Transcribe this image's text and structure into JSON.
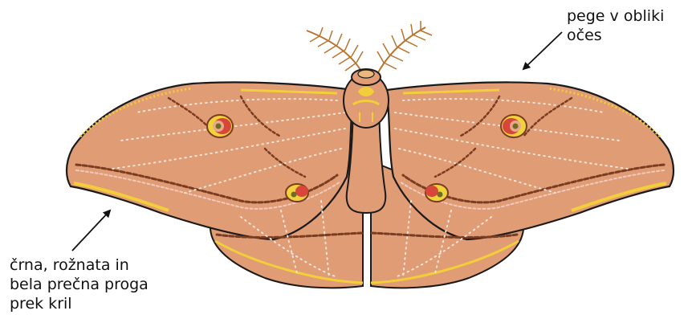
{
  "annotations": {
    "eyespots": [
      "pege v obliki",
      "očes"
    ],
    "stripe": [
      "črna, rožnata in",
      "bela prečna proga",
      "prek kril"
    ]
  },
  "colors": {
    "wing": "#e09c74",
    "wing_outline": "#1a1a1a",
    "yellow_edge": "#f2cf3a",
    "brown_marks": "#7a3d22",
    "pink_line": "#f3c9c0",
    "white_dots": "#f7e6dc",
    "antenna": "#b8732c",
    "eyespot_red": "#d8453a",
    "eyespot_yellow": "#f0d23a",
    "eyespot_olive": "#6f6a2a"
  },
  "icons": [
    "moth-illustration",
    "arrow-icon"
  ]
}
